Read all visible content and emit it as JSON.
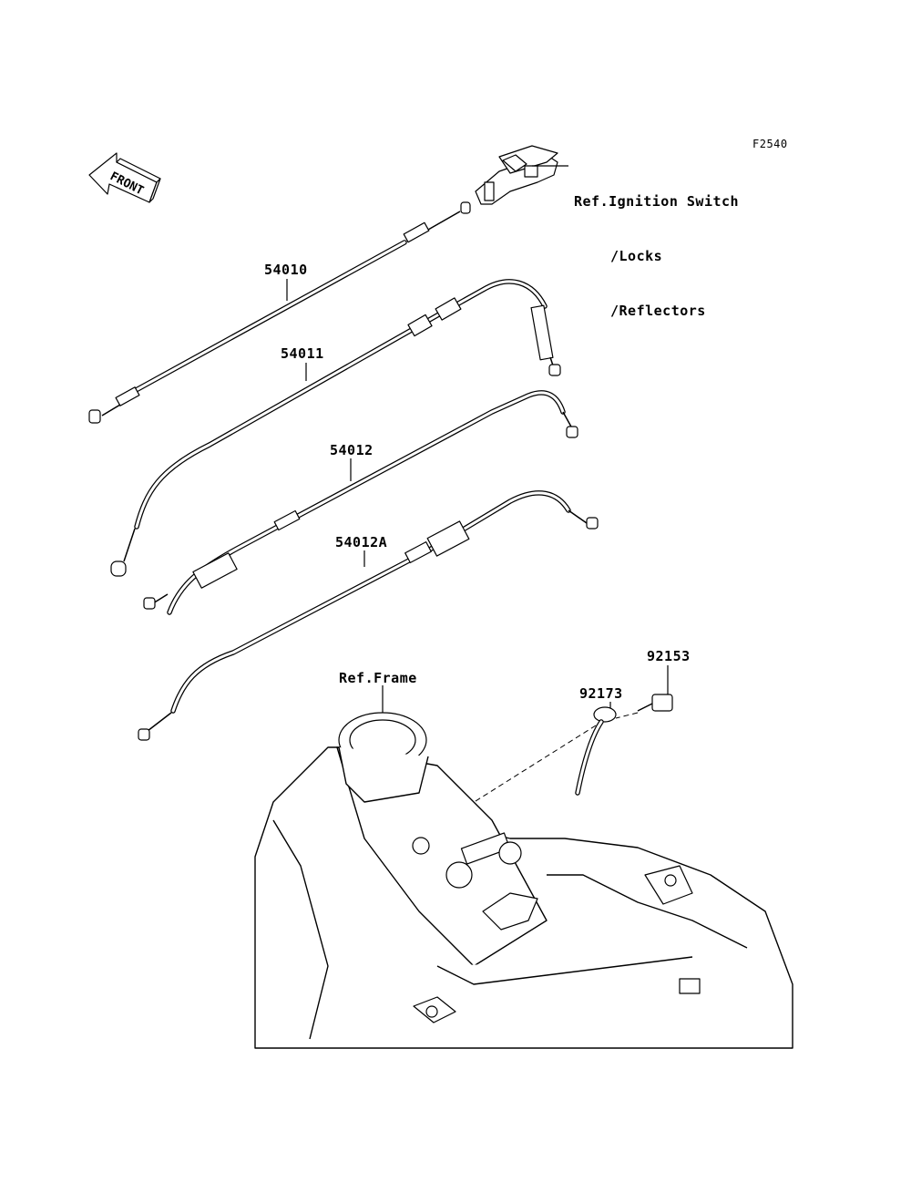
{
  "figure_code": "F2540",
  "front_label": "FRONT",
  "parts": [
    {
      "number": "54010"
    },
    {
      "number": "54011"
    },
    {
      "number": "54012"
    },
    {
      "number": "54012A"
    },
    {
      "number": "92153"
    },
    {
      "number": "92173"
    }
  ],
  "references": {
    "ignition": [
      "Ref.Ignition Switch",
      "/Locks",
      "/Reflectors"
    ],
    "frame": "Ref.Frame"
  }
}
